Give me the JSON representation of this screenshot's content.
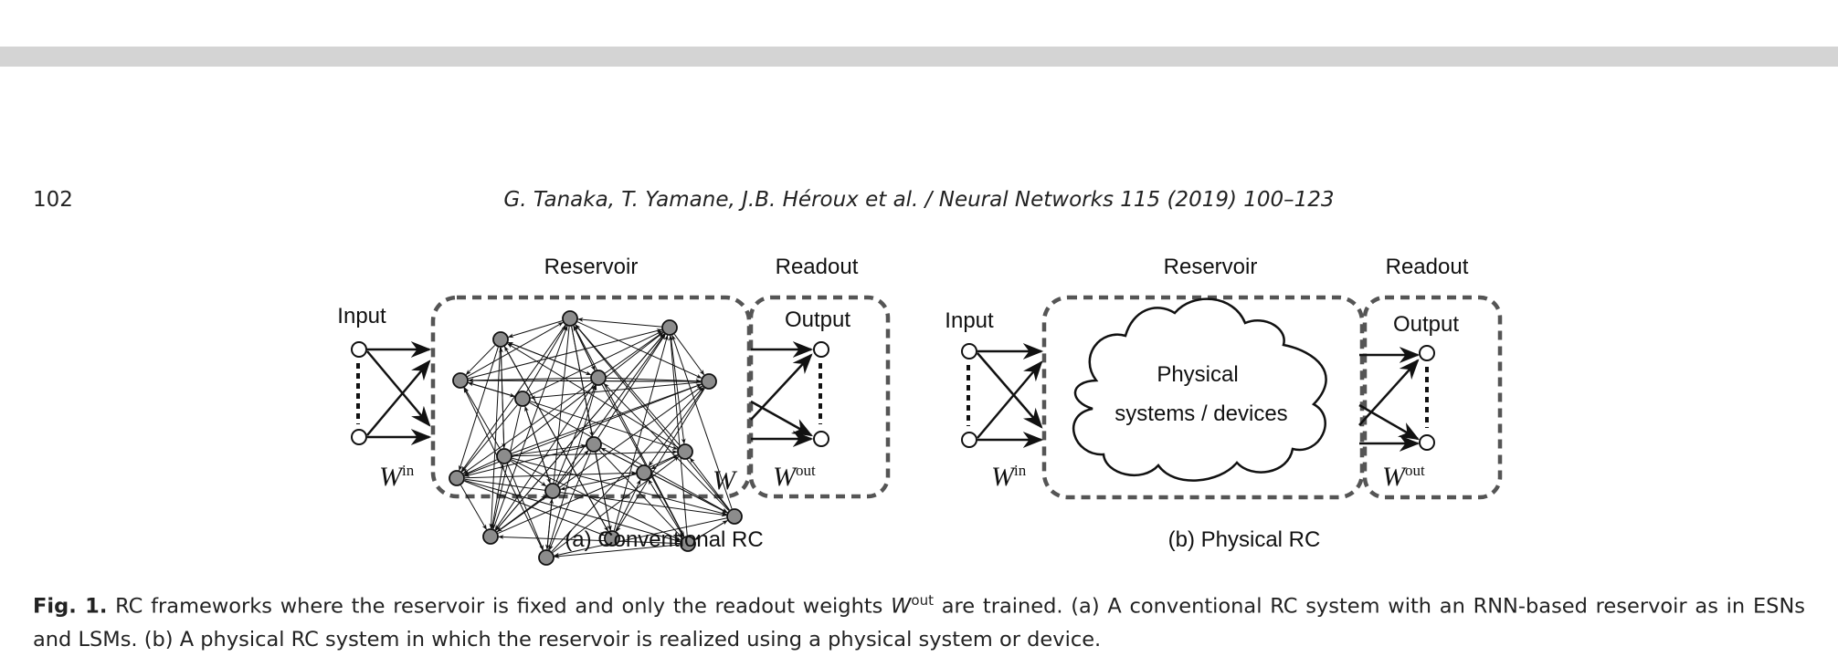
{
  "header": {
    "page_number": "102",
    "running_title": "G. Tanaka, T. Yamane, J.B. Héroux et al. / Neural Networks 115 (2019) 100–123"
  },
  "figure": {
    "panel_a": {
      "reservoir_label": "Reservoir",
      "readout_label": "Readout",
      "input_label": "Input",
      "output_label": "Output",
      "w_in": "W",
      "w_in_sup": "in",
      "w": "W",
      "w_out": "W",
      "w_out_sup": "out",
      "caption": "(a)  Conventional RC"
    },
    "panel_b": {
      "reservoir_label": "Reservoir",
      "readout_label": "Readout",
      "input_label": "Input",
      "output_label": "Output",
      "cloud_line1": "Physical",
      "cloud_line2": "systems / devices",
      "w_in": "W",
      "w_in_sup": "in",
      "w_out": "W",
      "w_out_sup": "out",
      "caption": "(b) Physical RC"
    }
  },
  "caption": {
    "label": "Fig. 1.",
    "text1": " RC frameworks where the reservoir is fixed and only the readout weights ",
    "w": "W",
    "w_sup": "out",
    "text2": " are trained. (a) A conventional RC system with an RNN-based reservoir as in ESNs and LSMs. (b) A physical RC system in which the reservoir is realized using a physical system or device."
  }
}
